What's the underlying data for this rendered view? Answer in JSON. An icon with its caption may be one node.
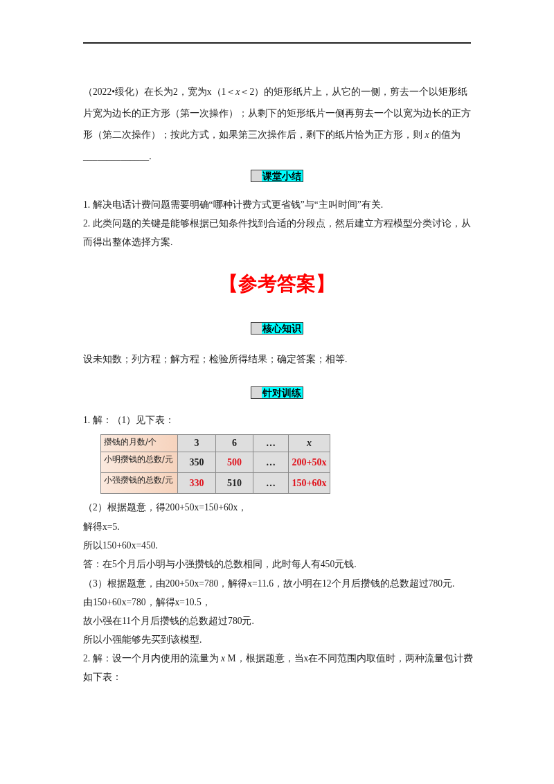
{
  "diagram": {
    "nodes": [
      {
        "text": [
          "课堂小结"
        ]
      },
      {
        "text": [
          "核心知识"
        ]
      },
      {
        "text": [
          "针对训练"
        ]
      }
    ],
    "labels": [
      "（2022•绥化）在长为2，宽为x（1＜*x*＜2）的矩形纸片上，从它的一侧，剪去一个以矩形纸片宽为边长的正方形（第一次操作）；从剩下的矩形纸片一侧再剪去一个以宽为边长的正方形（第二次操作）；按此方式，如果第三次操作后，剩下的纸片恰为正方形，则 *x* 的值为______________.",
      "1. 解决电话计费问题需要明确“哪种计费方式更省钱”与“主叫时间”有关.",
      "2. 此类问题的关键是能够根据已知条件找到合适的分段点，然后建立方程模型分类讨论，从而得出整体选择方案.",
      "【参考答案】",
      "设未知数；列方程；解方程；检验所得结果；确定答案；相等.",
      "1. 解：（1）见下表：",
      "攒钱的月数/个",
      "3",
      "6",
      "…",
      "x",
      "小明攒钱的总数/元",
      "350",
      "500",
      "…",
      "200+50x",
      "小强攒钱的总数/元",
      "330",
      "510",
      "…",
      "150+60x",
      "（2）根据题意，得200+50x=150+60x，",
      "解得x=5.",
      "所以150+60x=450.",
      "答：在5个月后小明与小强攒钱的总数相同，此时每人有450元钱.",
      "（3）根据题意，由200+50x=780，解得x=11.6，故小明在12个月后攒钱的总数超过780元.",
      "由150+60x=780，解得x=10.5，",
      "故小强在11个月后攒钱的总数超过780元.",
      "所以小强能够先买到该模型.",
      "2. 解：设一个月内使用的流量为 *x* M，根据题意，当x在不同范围内取值时，两种流量包计费如下表："
    ]
  }
}
